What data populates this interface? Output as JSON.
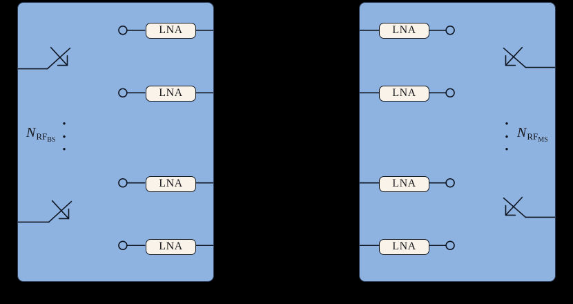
{
  "diagram": {
    "type": "rf-front-end-block-diagram",
    "colors": {
      "background": "#000000",
      "panel_fill": "#8EB3E1",
      "panel_border": "#2B3A52",
      "lna_fill": "#FAF3E9",
      "line": "#0E1420",
      "text": "#15151A"
    },
    "dot_char": "•",
    "icons": {
      "port": "open-circle-terminal",
      "antenna": "bent-line-with-incoming-diagonal-arrow"
    },
    "left_panel": {
      "lna_labels": [
        "LNA",
        "LNA",
        "LNA",
        "LNA"
      ],
      "rf_count_label": {
        "symbol": "N",
        "sub": "RF",
        "subsub": "BS"
      }
    },
    "right_panel": {
      "lna_labels": [
        "LNA",
        "LNA",
        "LNA",
        "LNA"
      ],
      "rf_count_label": {
        "symbol": "N",
        "sub": "RF",
        "subsub": "MS"
      }
    }
  }
}
